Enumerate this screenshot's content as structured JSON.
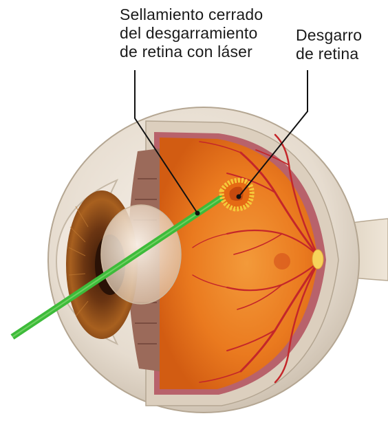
{
  "labels": {
    "laser_seal": {
      "line1": "Sellamiento cerrado",
      "line2": "del desgarramiento",
      "line3": "de retina con láser"
    },
    "retinal_tear": {
      "line1": "Desgarro",
      "line2": "de retina"
    }
  },
  "colors": {
    "sclera": "#e8dfd3",
    "retina": "#e8791c",
    "vessel": "#c4262a",
    "laser": "#3dbb3a",
    "lens": "#f0e2d0",
    "iris": "#8a4a1c",
    "seal_ring": "#f5c93a",
    "leader": "#111111"
  },
  "icons": {
    "eye": "eye-cross-section-icon"
  }
}
